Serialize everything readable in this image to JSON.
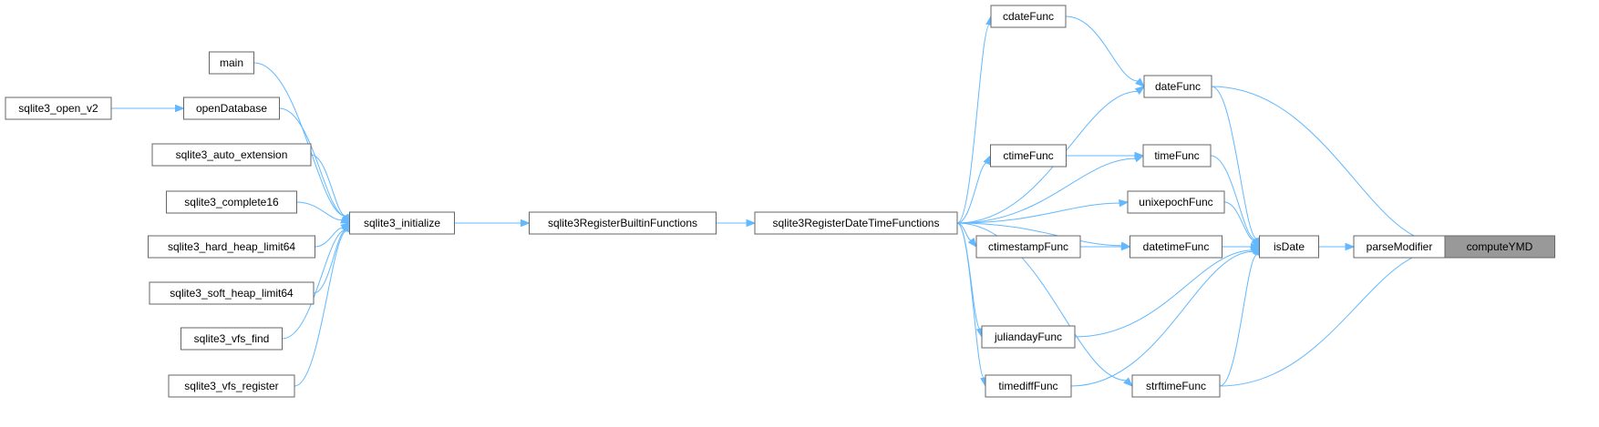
{
  "graph": {
    "root_color": "#999999",
    "edge_color": "#63b8ff",
    "nodes": {
      "computeYMD": "computeYMD",
      "parseModifier": "parseModifier",
      "isDate": "isDate",
      "dateFunc": "dateFunc",
      "cdateFunc": "cdateFunc",
      "timeFunc": "timeFunc",
      "ctimeFunc": "ctimeFunc",
      "unixepochFunc": "unixepochFunc",
      "datetimeFunc": "datetimeFunc",
      "ctimestampFunc": "ctimestampFunc",
      "juliandayFunc": "juliandayFunc",
      "timediffFunc": "timediffFunc",
      "strftimeFunc": "strftimeFunc",
      "sqlite3RegisterDateTimeFunctions": "sqlite3RegisterDateTimeFunctions",
      "sqlite3RegisterBuiltinFunctions": "sqlite3RegisterBuiltinFunctions",
      "sqlite3_initialize": "sqlite3_initialize",
      "main": "main",
      "openDatabase": "openDatabase",
      "sqlite3_open_v2": "sqlite3_open_v2",
      "sqlite3_auto_extension": "sqlite3_auto_extension",
      "sqlite3_complete16": "sqlite3_complete16",
      "sqlite3_hard_heap_limit64": "sqlite3_hard_heap_limit64",
      "sqlite3_soft_heap_limit64": "sqlite3_soft_heap_limit64",
      "sqlite3_vfs_find": "sqlite3_vfs_find",
      "sqlite3_vfs_register": "sqlite3_vfs_register"
    },
    "edges": [
      {
        "from": "parseModifier",
        "to": "computeYMD"
      },
      {
        "from": "dateFunc",
        "to": "computeYMD"
      },
      {
        "from": "isDate",
        "to": "computeYMD"
      },
      {
        "from": "strftimeFunc",
        "to": "computeYMD"
      },
      {
        "from": "isDate",
        "to": "parseModifier"
      },
      {
        "from": "dateFunc",
        "to": "isDate"
      },
      {
        "from": "timeFunc",
        "to": "isDate"
      },
      {
        "from": "unixepochFunc",
        "to": "isDate"
      },
      {
        "from": "datetimeFunc",
        "to": "isDate"
      },
      {
        "from": "juliandayFunc",
        "to": "isDate"
      },
      {
        "from": "timediffFunc",
        "to": "isDate"
      },
      {
        "from": "strftimeFunc",
        "to": "isDate"
      },
      {
        "from": "cdateFunc",
        "to": "dateFunc"
      },
      {
        "from": "ctimeFunc",
        "to": "timeFunc"
      },
      {
        "from": "ctimestampFunc",
        "to": "datetimeFunc"
      },
      {
        "from": "sqlite3RegisterDateTimeFunctions",
        "to": "cdateFunc"
      },
      {
        "from": "sqlite3RegisterDateTimeFunctions",
        "to": "dateFunc"
      },
      {
        "from": "sqlite3RegisterDateTimeFunctions",
        "to": "timeFunc"
      },
      {
        "from": "sqlite3RegisterDateTimeFunctions",
        "to": "ctimeFunc"
      },
      {
        "from": "sqlite3RegisterDateTimeFunctions",
        "to": "unixepochFunc"
      },
      {
        "from": "sqlite3RegisterDateTimeFunctions",
        "to": "ctimestampFunc"
      },
      {
        "from": "sqlite3RegisterDateTimeFunctions",
        "to": "datetimeFunc"
      },
      {
        "from": "sqlite3RegisterDateTimeFunctions",
        "to": "juliandayFunc"
      },
      {
        "from": "sqlite3RegisterDateTimeFunctions",
        "to": "timediffFunc"
      },
      {
        "from": "sqlite3RegisterDateTimeFunctions",
        "to": "strftimeFunc"
      },
      {
        "from": "sqlite3RegisterBuiltinFunctions",
        "to": "sqlite3RegisterDateTimeFunctions"
      },
      {
        "from": "sqlite3_initialize",
        "to": "sqlite3RegisterBuiltinFunctions"
      },
      {
        "from": "main",
        "to": "sqlite3_initialize"
      },
      {
        "from": "openDatabase",
        "to": "sqlite3_initialize"
      },
      {
        "from": "sqlite3_open_v2",
        "to": "openDatabase"
      },
      {
        "from": "sqlite3_auto_extension",
        "to": "sqlite3_initialize"
      },
      {
        "from": "sqlite3_complete16",
        "to": "sqlite3_initialize"
      },
      {
        "from": "sqlite3_hard_heap_limit64",
        "to": "sqlite3_initialize"
      },
      {
        "from": "sqlite3_soft_heap_limit64",
        "to": "sqlite3_initialize"
      },
      {
        "from": "sqlite3_vfs_find",
        "to": "sqlite3_initialize"
      },
      {
        "from": "sqlite3_vfs_register",
        "to": "sqlite3_initialize"
      }
    ]
  }
}
